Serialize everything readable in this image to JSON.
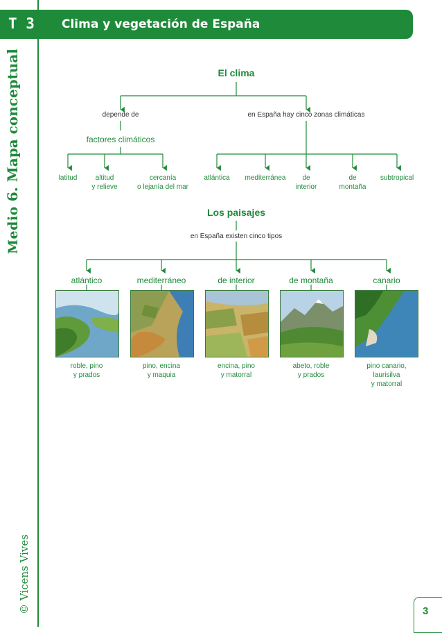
{
  "header": {
    "unit_code": "T 3",
    "title": "Clima y vegetación de España"
  },
  "side": {
    "subject": "Medio",
    "number": "6.",
    "section": "Mapa conceptual",
    "publisher": "© Vicens Vives"
  },
  "page_number": "3",
  "clima": {
    "title": "El clima",
    "depends_label": "depende de",
    "factors_title": "factores climáticos",
    "factors": [
      "latitud",
      "altitud\ny relieve",
      "cercanía\no lejanía del mar"
    ],
    "zones_label": "en España hay cinco zonas climáticas",
    "zones": [
      "atlántica",
      "mediterránea",
      "de\ninterior",
      "de\nmontaña",
      "subtropical"
    ]
  },
  "paisajes": {
    "title": "Los paisajes",
    "types_label": "en España existen cinco tipos",
    "types": [
      {
        "name": "atlántico",
        "vegetation": "roble, pino\ny prados"
      },
      {
        "name": "mediterráneo",
        "vegetation": "pino, encina\ny maquia"
      },
      {
        "name": "de interior",
        "vegetation": "encina, pino\ny matorral"
      },
      {
        "name": "de montaña",
        "vegetation": "abeto, roble\ny prados"
      },
      {
        "name": "canario",
        "vegetation": "pino canario,\nlaurisilva\ny matorral"
      }
    ]
  },
  "colors": {
    "accent": "#1e8a3a"
  }
}
